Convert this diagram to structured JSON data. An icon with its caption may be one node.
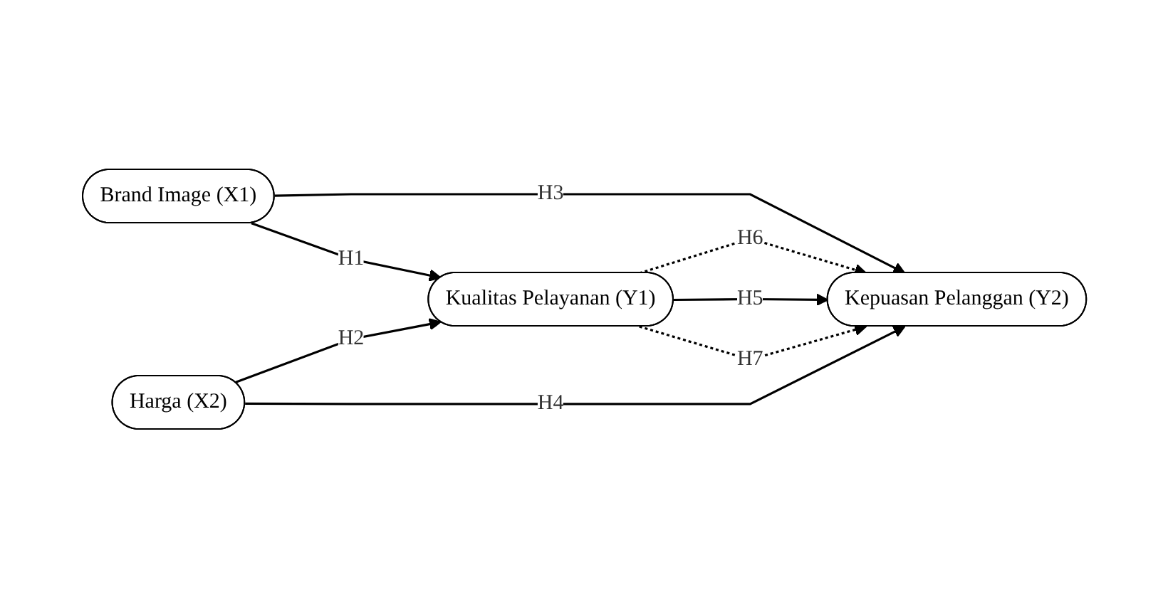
{
  "diagram": {
    "nodes": [
      {
        "text": [
          "Brand Image (X1)"
        ]
      },
      {
        "text": [
          "Kualitas Pelayanan (Y1)"
        ]
      },
      {
        "text": [
          "Kepuasan Pelanggan (Y2)"
        ]
      },
      {
        "text": [
          "Harga (X2)"
        ]
      }
    ],
    "edges": [
      {
        "from": 0,
        "to": 1,
        "arrow": "to",
        "label": "H1"
      },
      {
        "from": 0,
        "to": 2,
        "arrow": "to",
        "label": "H3"
      },
      {
        "from": 1,
        "to": 2,
        "arrow": "to",
        "label": "H6",
        "style": "dashed"
      },
      {
        "from": 1,
        "to": 2,
        "arrow": "to",
        "label": "H5"
      },
      {
        "from": 1,
        "to": 2,
        "arrow": "to",
        "label": "H7",
        "style": "dashed"
      },
      {
        "from": 3,
        "to": 1,
        "arrow": "to",
        "label": "H2"
      },
      {
        "from": 3,
        "to": 2,
        "arrow": "to",
        "label": "H4"
      }
    ]
  }
}
